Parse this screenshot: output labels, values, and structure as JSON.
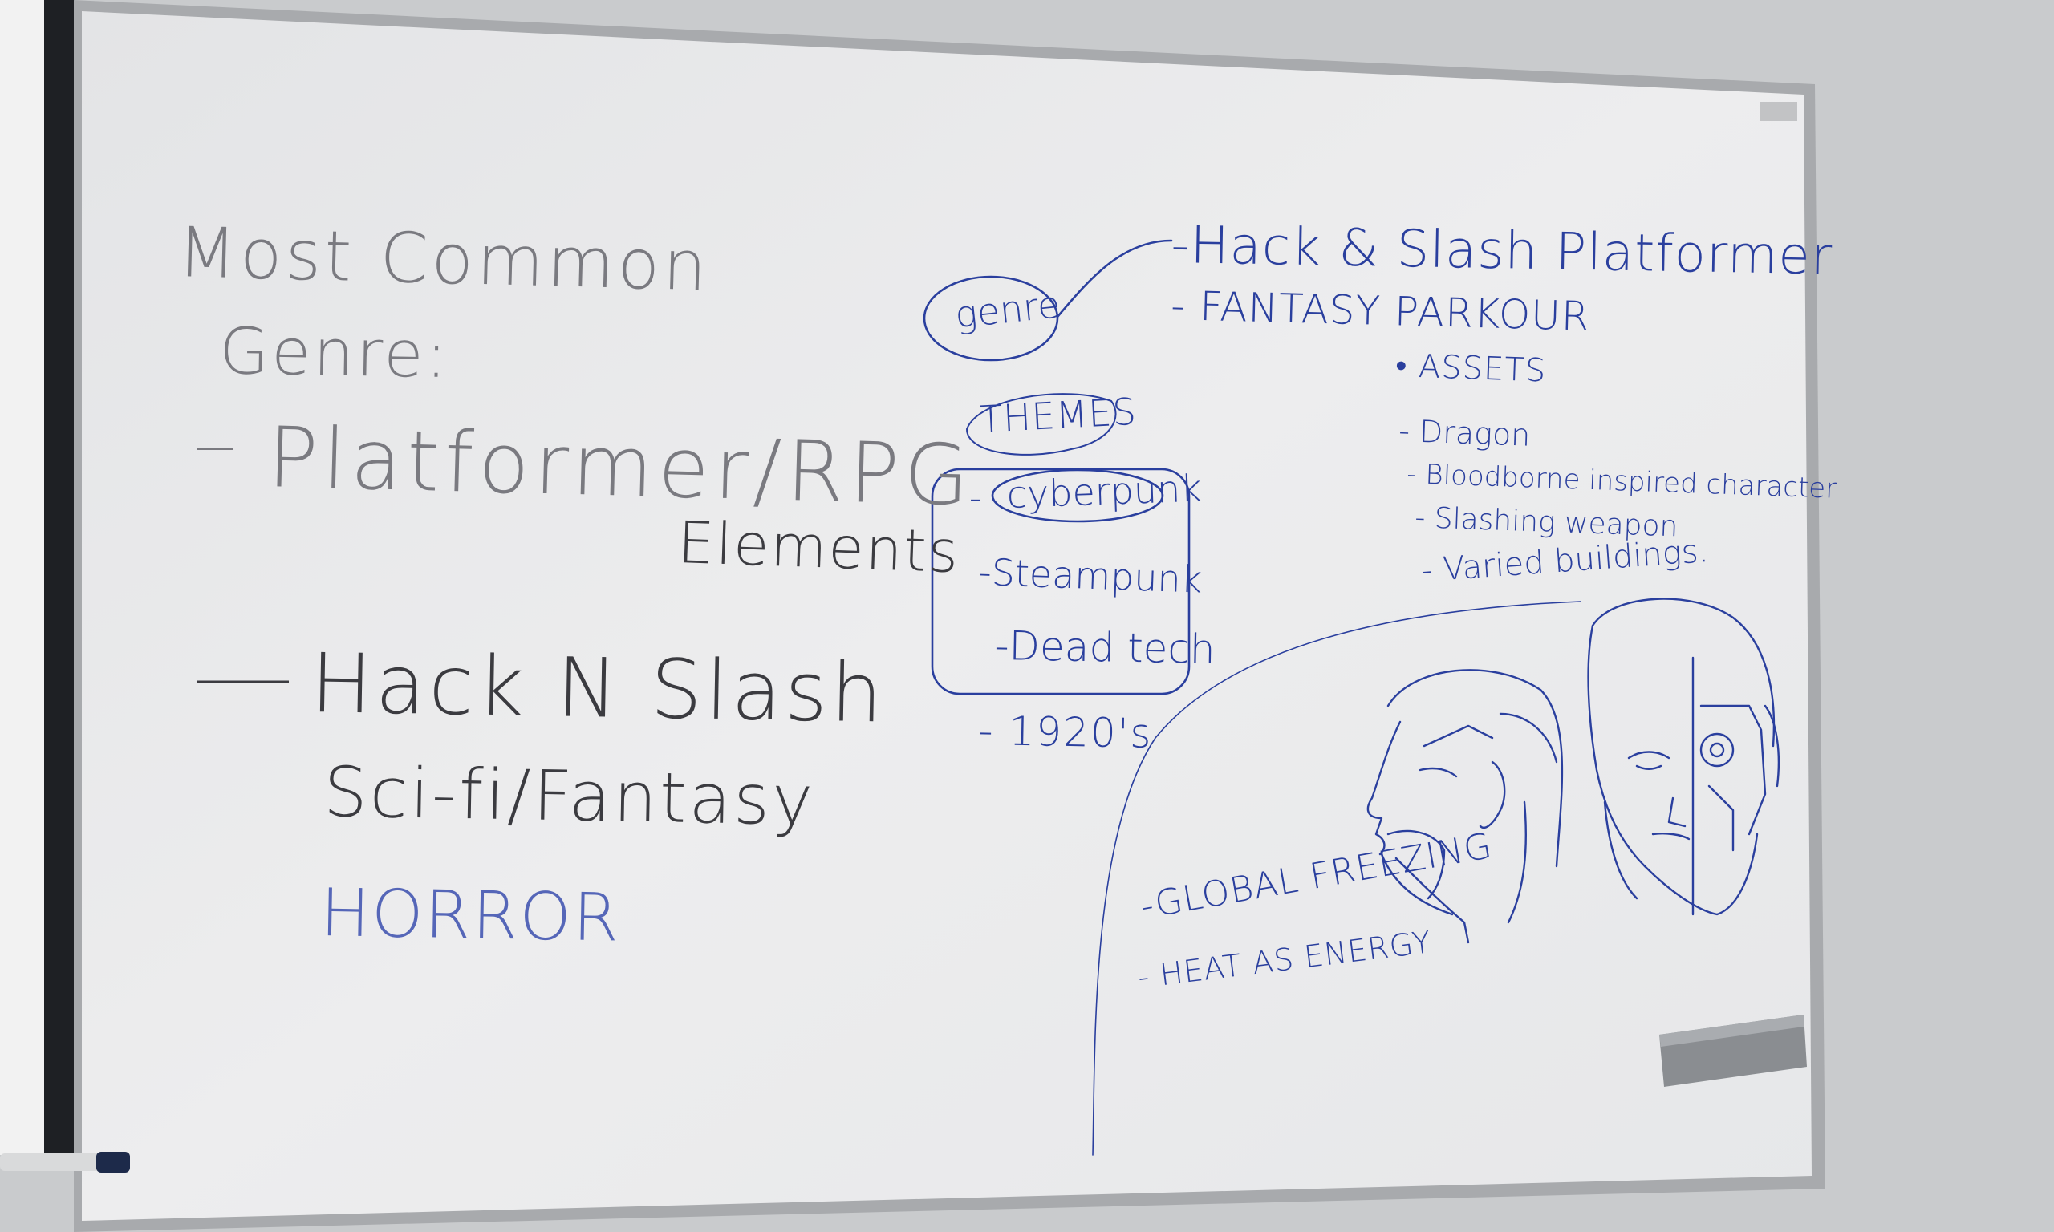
{
  "colors": {
    "wall": "#c9cbcd",
    "board": "#e9eaeb",
    "frame": "#a9abae",
    "black_marker": "#3b3b40",
    "blue_marker": "#2a3f9e"
  },
  "left_column": {
    "heading_line1": "Most Common",
    "heading_line2": "Genre:",
    "item1_dash": "-",
    "item1_text": "Platformer/RPG",
    "item1_sub": "Elements",
    "item2_dash": "—",
    "item2_text": "Hack N Slash",
    "item3_text": "Sci-fi/Fantasy",
    "item4_text": "HORROR"
  },
  "genre_section": {
    "bubble_label": "genre",
    "line1": "-Hack & Slash Platformer",
    "line2": "- FANTASY PARKOUR"
  },
  "themes_section": {
    "bubble_label": "THEMES",
    "item1": "cyberpunk",
    "item2": "-Steampunk",
    "item3": "-Dead tech",
    "item4": "- 1920's",
    "dash": "-"
  },
  "assets_section": {
    "heading": "• ASSETS",
    "item1": "- Dragon",
    "item2": "- Bloodborne inspired character",
    "item3": "- Slashing weapon",
    "item4": "- Varied buildings."
  },
  "notes": {
    "line1": "-GLOBAL FREEZING",
    "line2": "- HEAT AS ENERGY"
  },
  "icons": {
    "sketch": "character-heads-sketch-icon",
    "eraser": "eraser-icon",
    "marker": "marker-icon"
  }
}
